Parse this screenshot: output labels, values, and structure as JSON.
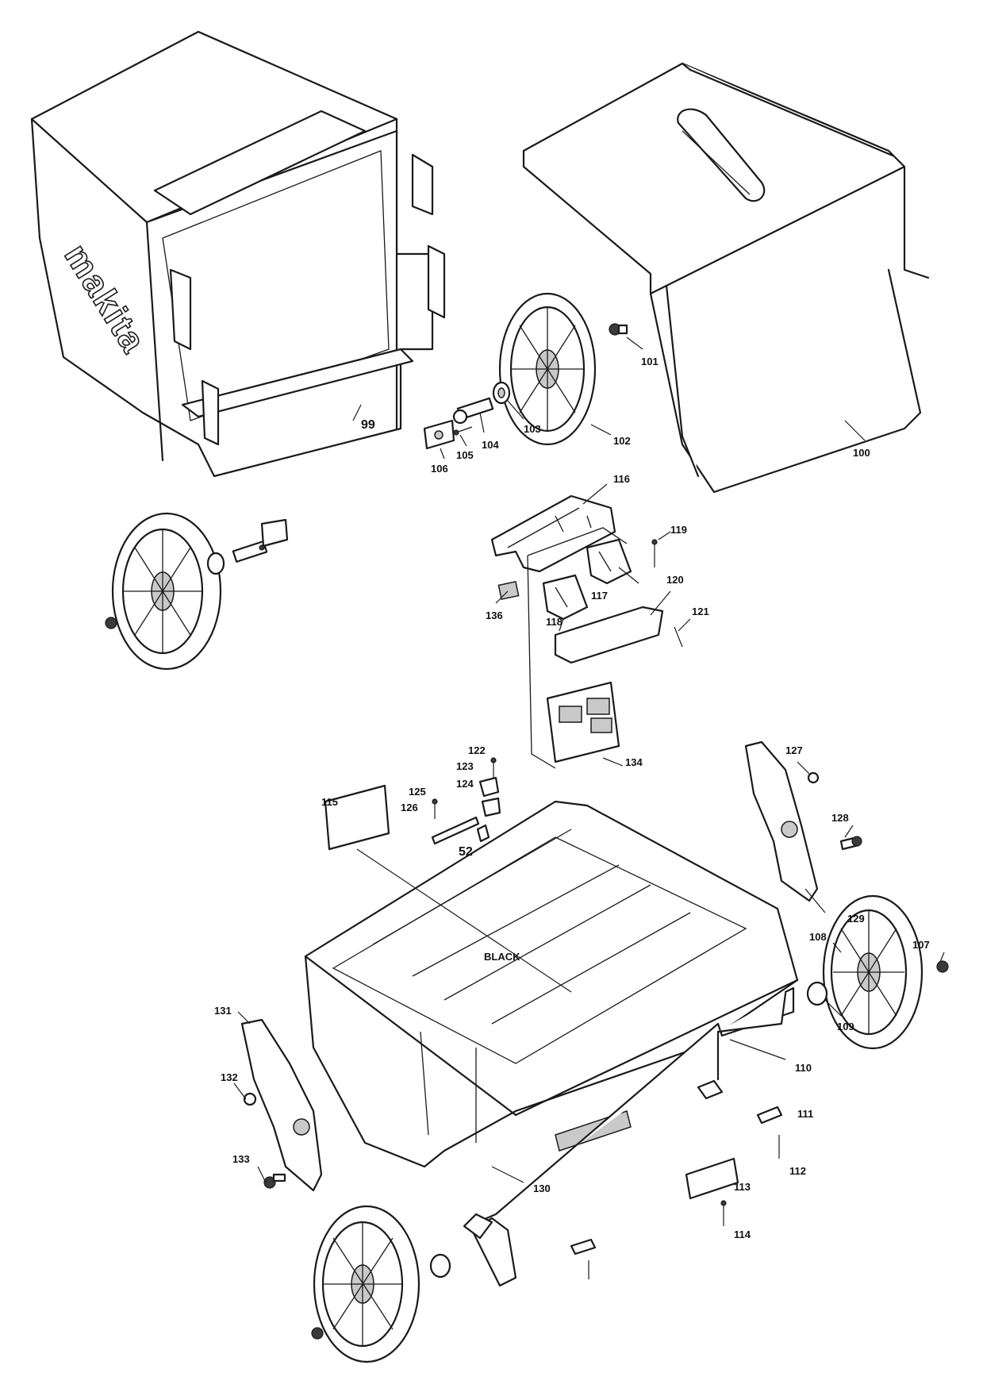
{
  "brand_logo": "makita",
  "callouts": {
    "c99": "99",
    "c100": "100",
    "c101": "101",
    "c102": "102",
    "c103": "103",
    "c104": "104",
    "c105": "105",
    "c106": "106",
    "c107": "107",
    "c108": "108",
    "c109": "109",
    "c110": "110",
    "c111": "111",
    "c112": "112",
    "c113": "113",
    "c114": "114",
    "c115": "115",
    "c116": "116",
    "c117": "117",
    "c118": "118",
    "c119": "119",
    "c120": "120",
    "c121": "121",
    "c122": "122",
    "c123": "123",
    "c124": "124",
    "c125": "125",
    "c126": "126",
    "c127": "127",
    "c128": "128",
    "c129": "129",
    "c130": "130",
    "c131": "131",
    "c132": "132",
    "c133": "133",
    "c134": "134",
    "c136": "136",
    "c52": "52"
  },
  "deck_labels": {
    "black": "BLACK"
  }
}
